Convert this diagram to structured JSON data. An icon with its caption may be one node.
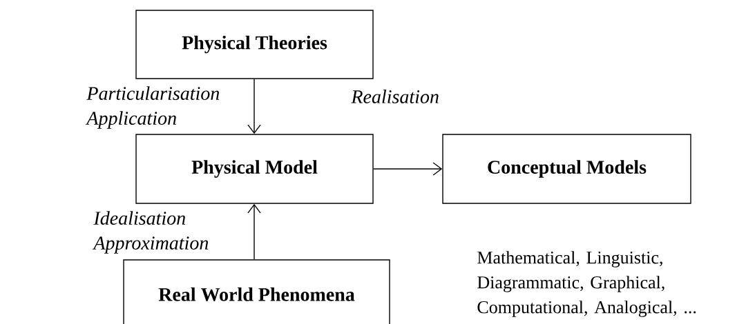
{
  "diagram": {
    "nodes": [
      {
        "text": [
          "Physical Theories"
        ]
      },
      {
        "text": [
          "Physical Model"
        ]
      },
      {
        "text": [
          "Conceptual Models"
        ],
        "beside": [
          "Mathematical, Linguistic, Diagrammatic, Graphical, Computational, Analogical, ..."
        ]
      },
      {
        "text": [
          "Real World Phenomena"
        ]
      }
    ],
    "edges": [
      {
        "from": 0,
        "to": 1,
        "arrow": "to",
        "label": "Particularisation Application"
      },
      {
        "from": 3,
        "to": 1,
        "arrow": "to",
        "label": "Idealisation Approximation"
      },
      {
        "from": 1,
        "to": 2,
        "arrow": "to",
        "label": "Realisation"
      }
    ]
  }
}
